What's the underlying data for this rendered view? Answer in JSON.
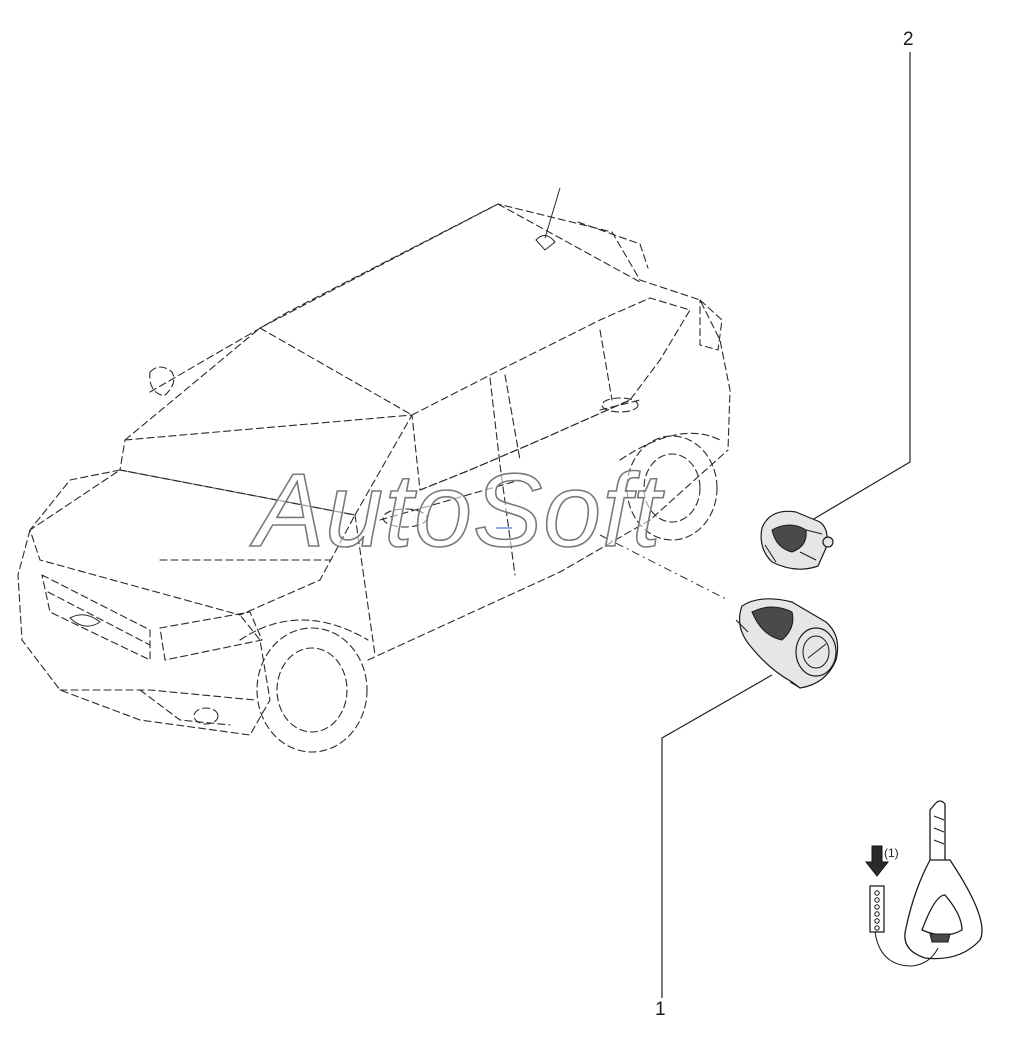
{
  "callouts": [
    {
      "number": "2"
    },
    {
      "number": "1"
    }
  ],
  "key_note": "(1)",
  "watermark": "AutoSoft",
  "icons": {
    "vehicle": "suv-outline-icon",
    "part_1": "ignition-lock-cylinder-icon",
    "part_2": "lock-cylinder-icon",
    "key": "transponder-key-icon",
    "arrow": "down-arrow-icon",
    "chip": "transponder-chip-icon"
  }
}
